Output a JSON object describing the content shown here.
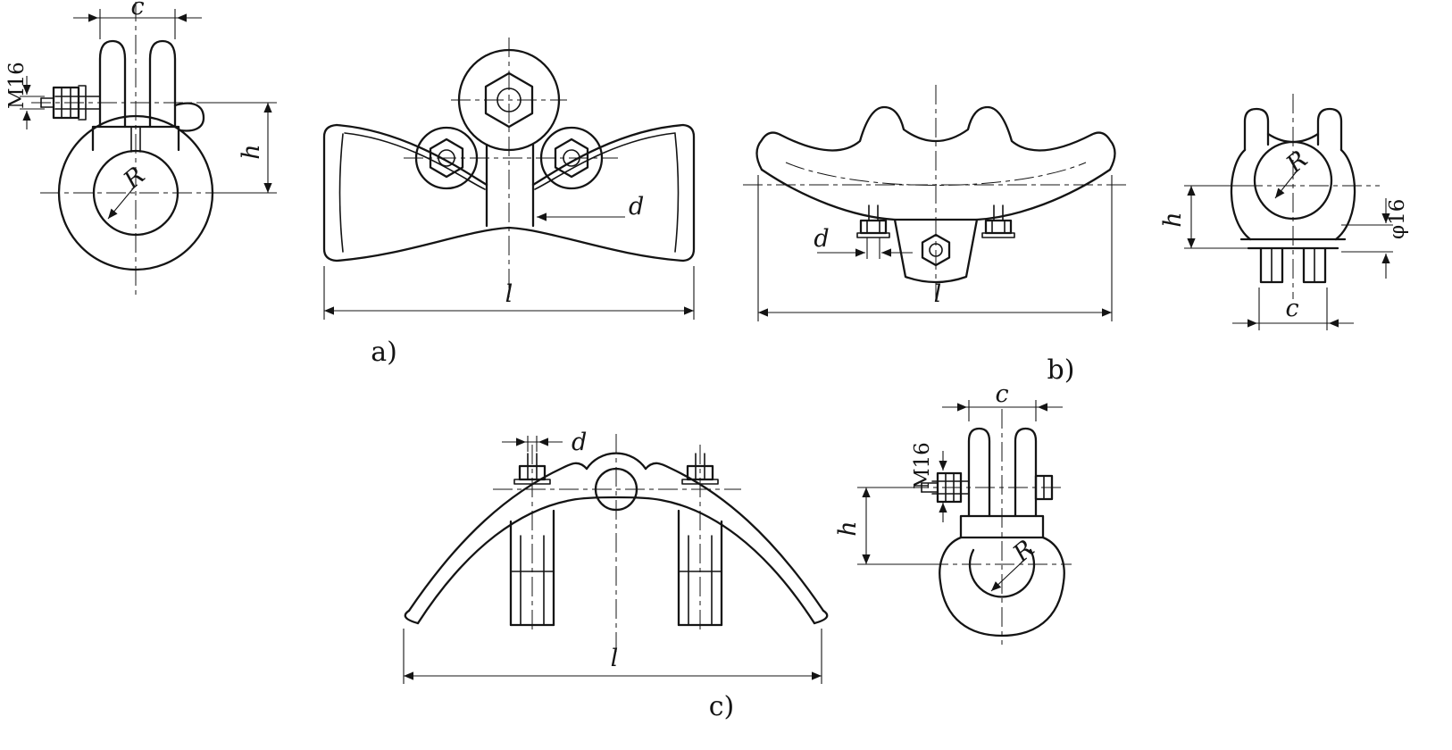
{
  "drawing": {
    "figures": {
      "a": {
        "caption": "a)"
      },
      "b": {
        "caption": "b)"
      },
      "c": {
        "caption": "c)"
      }
    },
    "dims": {
      "c": "c",
      "h": "h",
      "l": "l",
      "d": "d",
      "radius": "R",
      "thread": "M16",
      "diameter": "φ16"
    }
  }
}
